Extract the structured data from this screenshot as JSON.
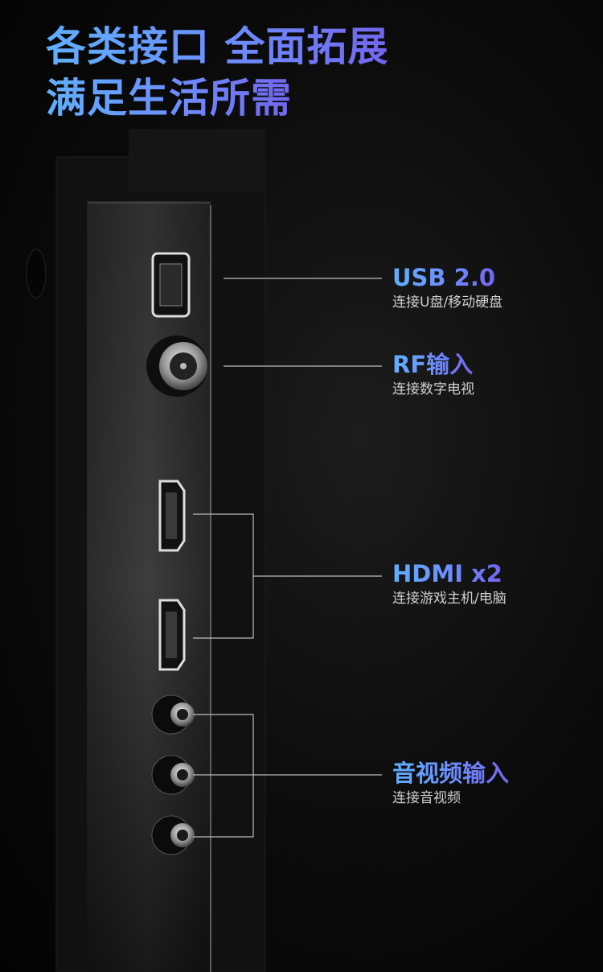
{
  "headline": {
    "line1": "各类接口 全面拓展",
    "line2": "满足生活所需"
  },
  "ports": [
    {
      "title": "USB 2.0",
      "subtitle": "连接U盘/移动硬盘"
    },
    {
      "title": "RF输入",
      "subtitle": "连接数字电视"
    },
    {
      "title": "HDMI x2",
      "subtitle": "连接游戏主机/电脑"
    },
    {
      "title": "音视频输入",
      "subtitle": "连接音视频"
    }
  ],
  "colors": {
    "gradient_start": "#5fb0ff",
    "gradient_end": "#7266ee",
    "line": "#bdbdbd"
  }
}
